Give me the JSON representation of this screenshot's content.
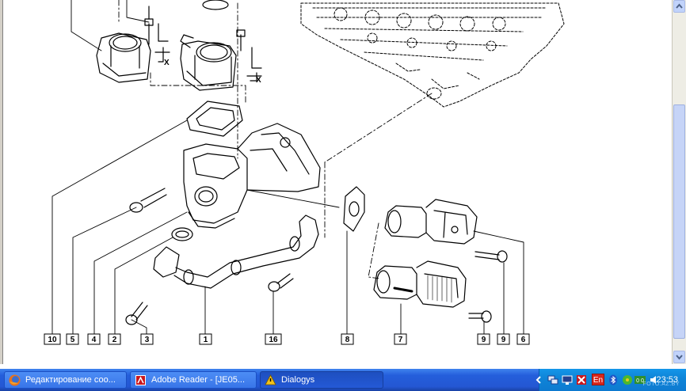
{
  "callouts": [
    "10",
    "5",
    "4",
    "2",
    "3",
    "1",
    "16",
    "8",
    "7",
    "9",
    "9",
    "6"
  ],
  "dimension_marks": [
    "X",
    "X"
  ],
  "taskbar": {
    "items": [
      {
        "label": "Редактирование соо...",
        "icon": "firefox-icon"
      },
      {
        "label": "Adobe Reader - [JE05...",
        "icon": "adobe-reader-icon"
      },
      {
        "label": "Dialogys",
        "icon": "dialogys-icon"
      }
    ],
    "language": "En",
    "clock": "23:53",
    "watermark": "FOTO.AZ.BY"
  },
  "colors": {
    "taskbar": "#245edb",
    "tray": "#0f85d8",
    "lang_badge": "#d8261c"
  }
}
